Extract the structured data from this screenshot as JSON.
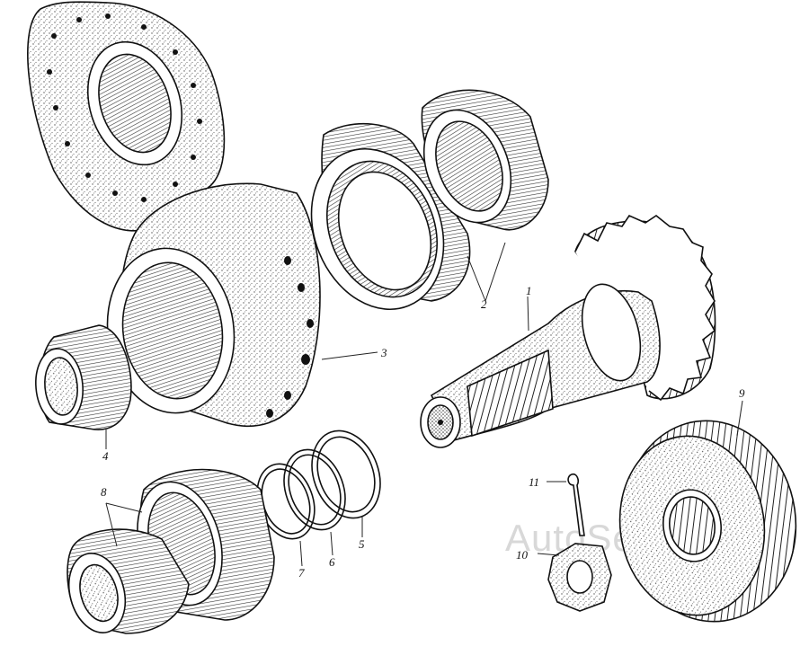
{
  "diagram": {
    "watermark": "AutoSet",
    "labels": {
      "p1": "1",
      "p2": "2",
      "p3": "3",
      "p4": "4",
      "p5": "5",
      "p6": "6",
      "p7": "7",
      "p8": "8",
      "p9": "9",
      "p10": "10",
      "p11": "11"
    }
  }
}
